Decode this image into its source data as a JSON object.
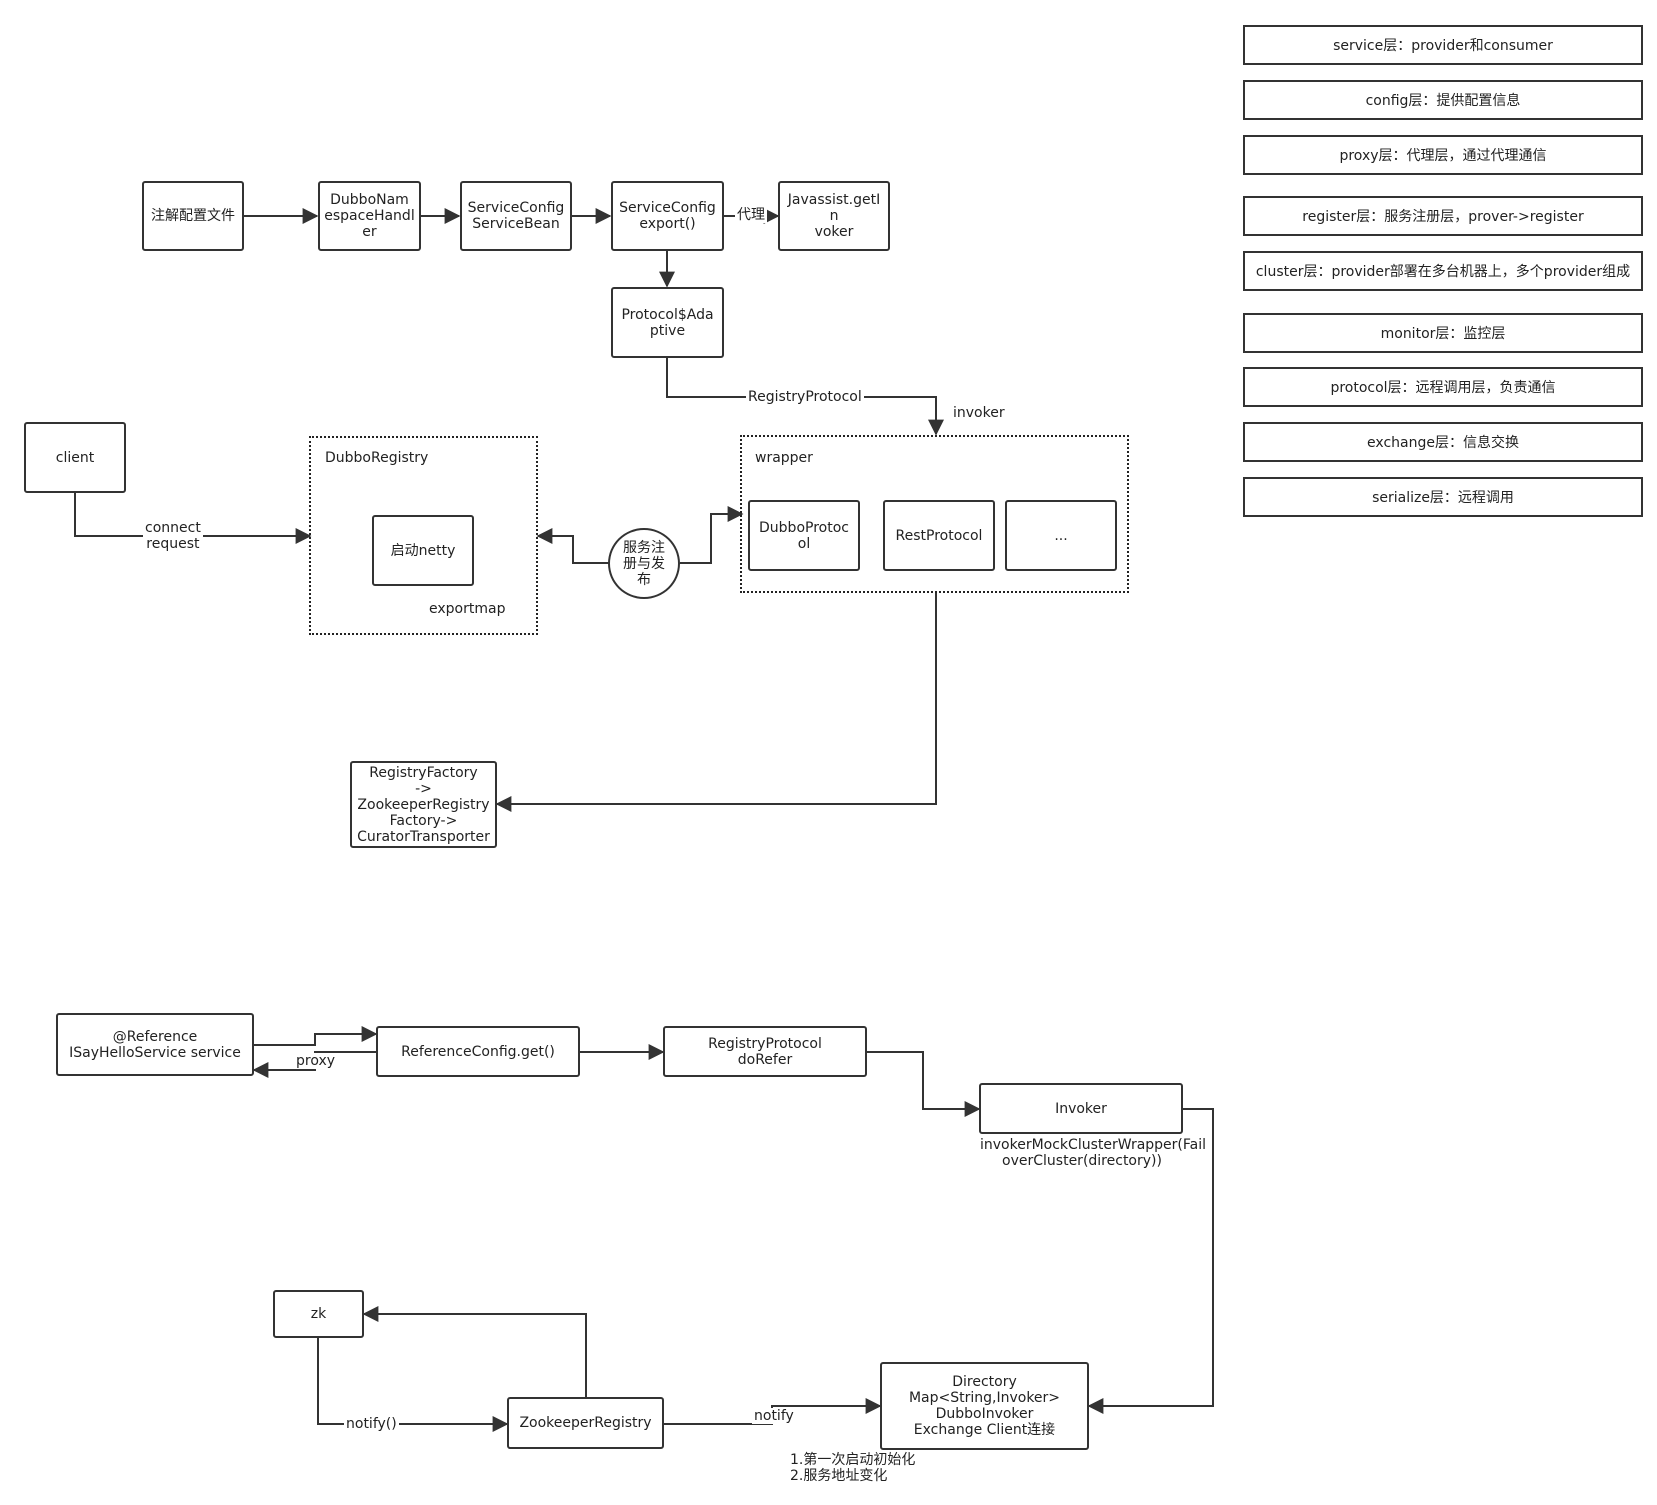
{
  "layers": [
    "service层：provider和consumer",
    "config层：提供配置信息",
    "proxy层：代理层，通过代理通信",
    "register层：服务注册层，prover->register",
    "cluster层：provider部署在多台机器上，多个provider组成",
    "monitor层：监控层",
    "protocol层：远程调用层，负责通信",
    "exchange层：信息交换",
    "serialize层：远程调用"
  ],
  "provider": {
    "annotation": "注解配置文件",
    "namespace_handler": "DubboNam\nespaceHandl\ner",
    "service_bean": "ServiceConfig\nServiceBean",
    "export": "ServiceConfig\nexport()",
    "proxy_label": "代理",
    "javassist": "Javassist.getIn\nvoker",
    "protocol_adaptive": "Protocol$Ada\nptive",
    "registry_protocol_label": "RegistryProtocol",
    "invoker_label": "invoker",
    "client": "client",
    "connect_label": "connect\nrequest",
    "dubbo_registry_title": "DubboRegistry",
    "netty": "启动netty",
    "exportmap": "exportmap",
    "register_publish": "服务注\n册与发\n布",
    "wrapper_title": "wrapper",
    "dubbo_protocol": "DubboProtoc\nol",
    "rest_protocol": "RestProtocol",
    "ellipsis": "...",
    "registry_factory": "RegistryFactory\n->\nZookeeperRegistry\nFactory->\nCuratorTransporter"
  },
  "consumer": {
    "reference": "@Reference\nISayHelloService service",
    "proxy_label": "proxy",
    "reference_get": "ReferenceConfig.get()",
    "do_refer": "RegistryProtocol\ndoRefer",
    "invoker": "Invoker",
    "invoker_note": "invokerMockClusterWrapper(Fail\noverCluster(directory))",
    "zk": "zk",
    "notify_call": "notify()",
    "zookeeper_registry": "ZookeeperRegistry",
    "notify_label": "notify",
    "directory": "Directory\nMap<String,Invoker>\nDubboInvoker\nExchange Client连接",
    "notes": "1.第一次启动初始化\n2.服务地址变化"
  }
}
